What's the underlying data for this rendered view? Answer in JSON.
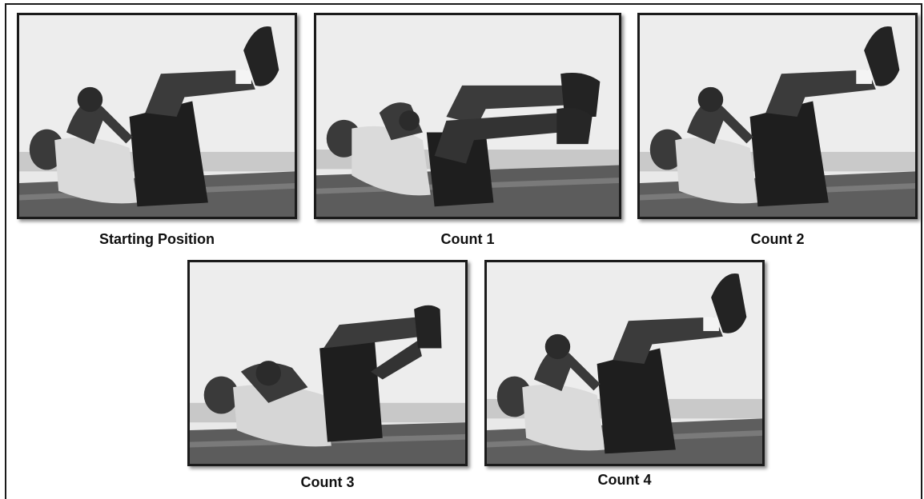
{
  "captions": {
    "starting_position": "Starting Position",
    "count_1": "Count 1",
    "count_2": "Count 2",
    "count_3": "Count 3",
    "count_4": "Count 4"
  },
  "colors": {
    "wall": "#ececec",
    "mat": "#5a5a5a",
    "shirt": "#dcdcdc",
    "shorts": "#1c1c1c",
    "skin": "#3a3a3a",
    "frame": "#1b1b1b"
  }
}
